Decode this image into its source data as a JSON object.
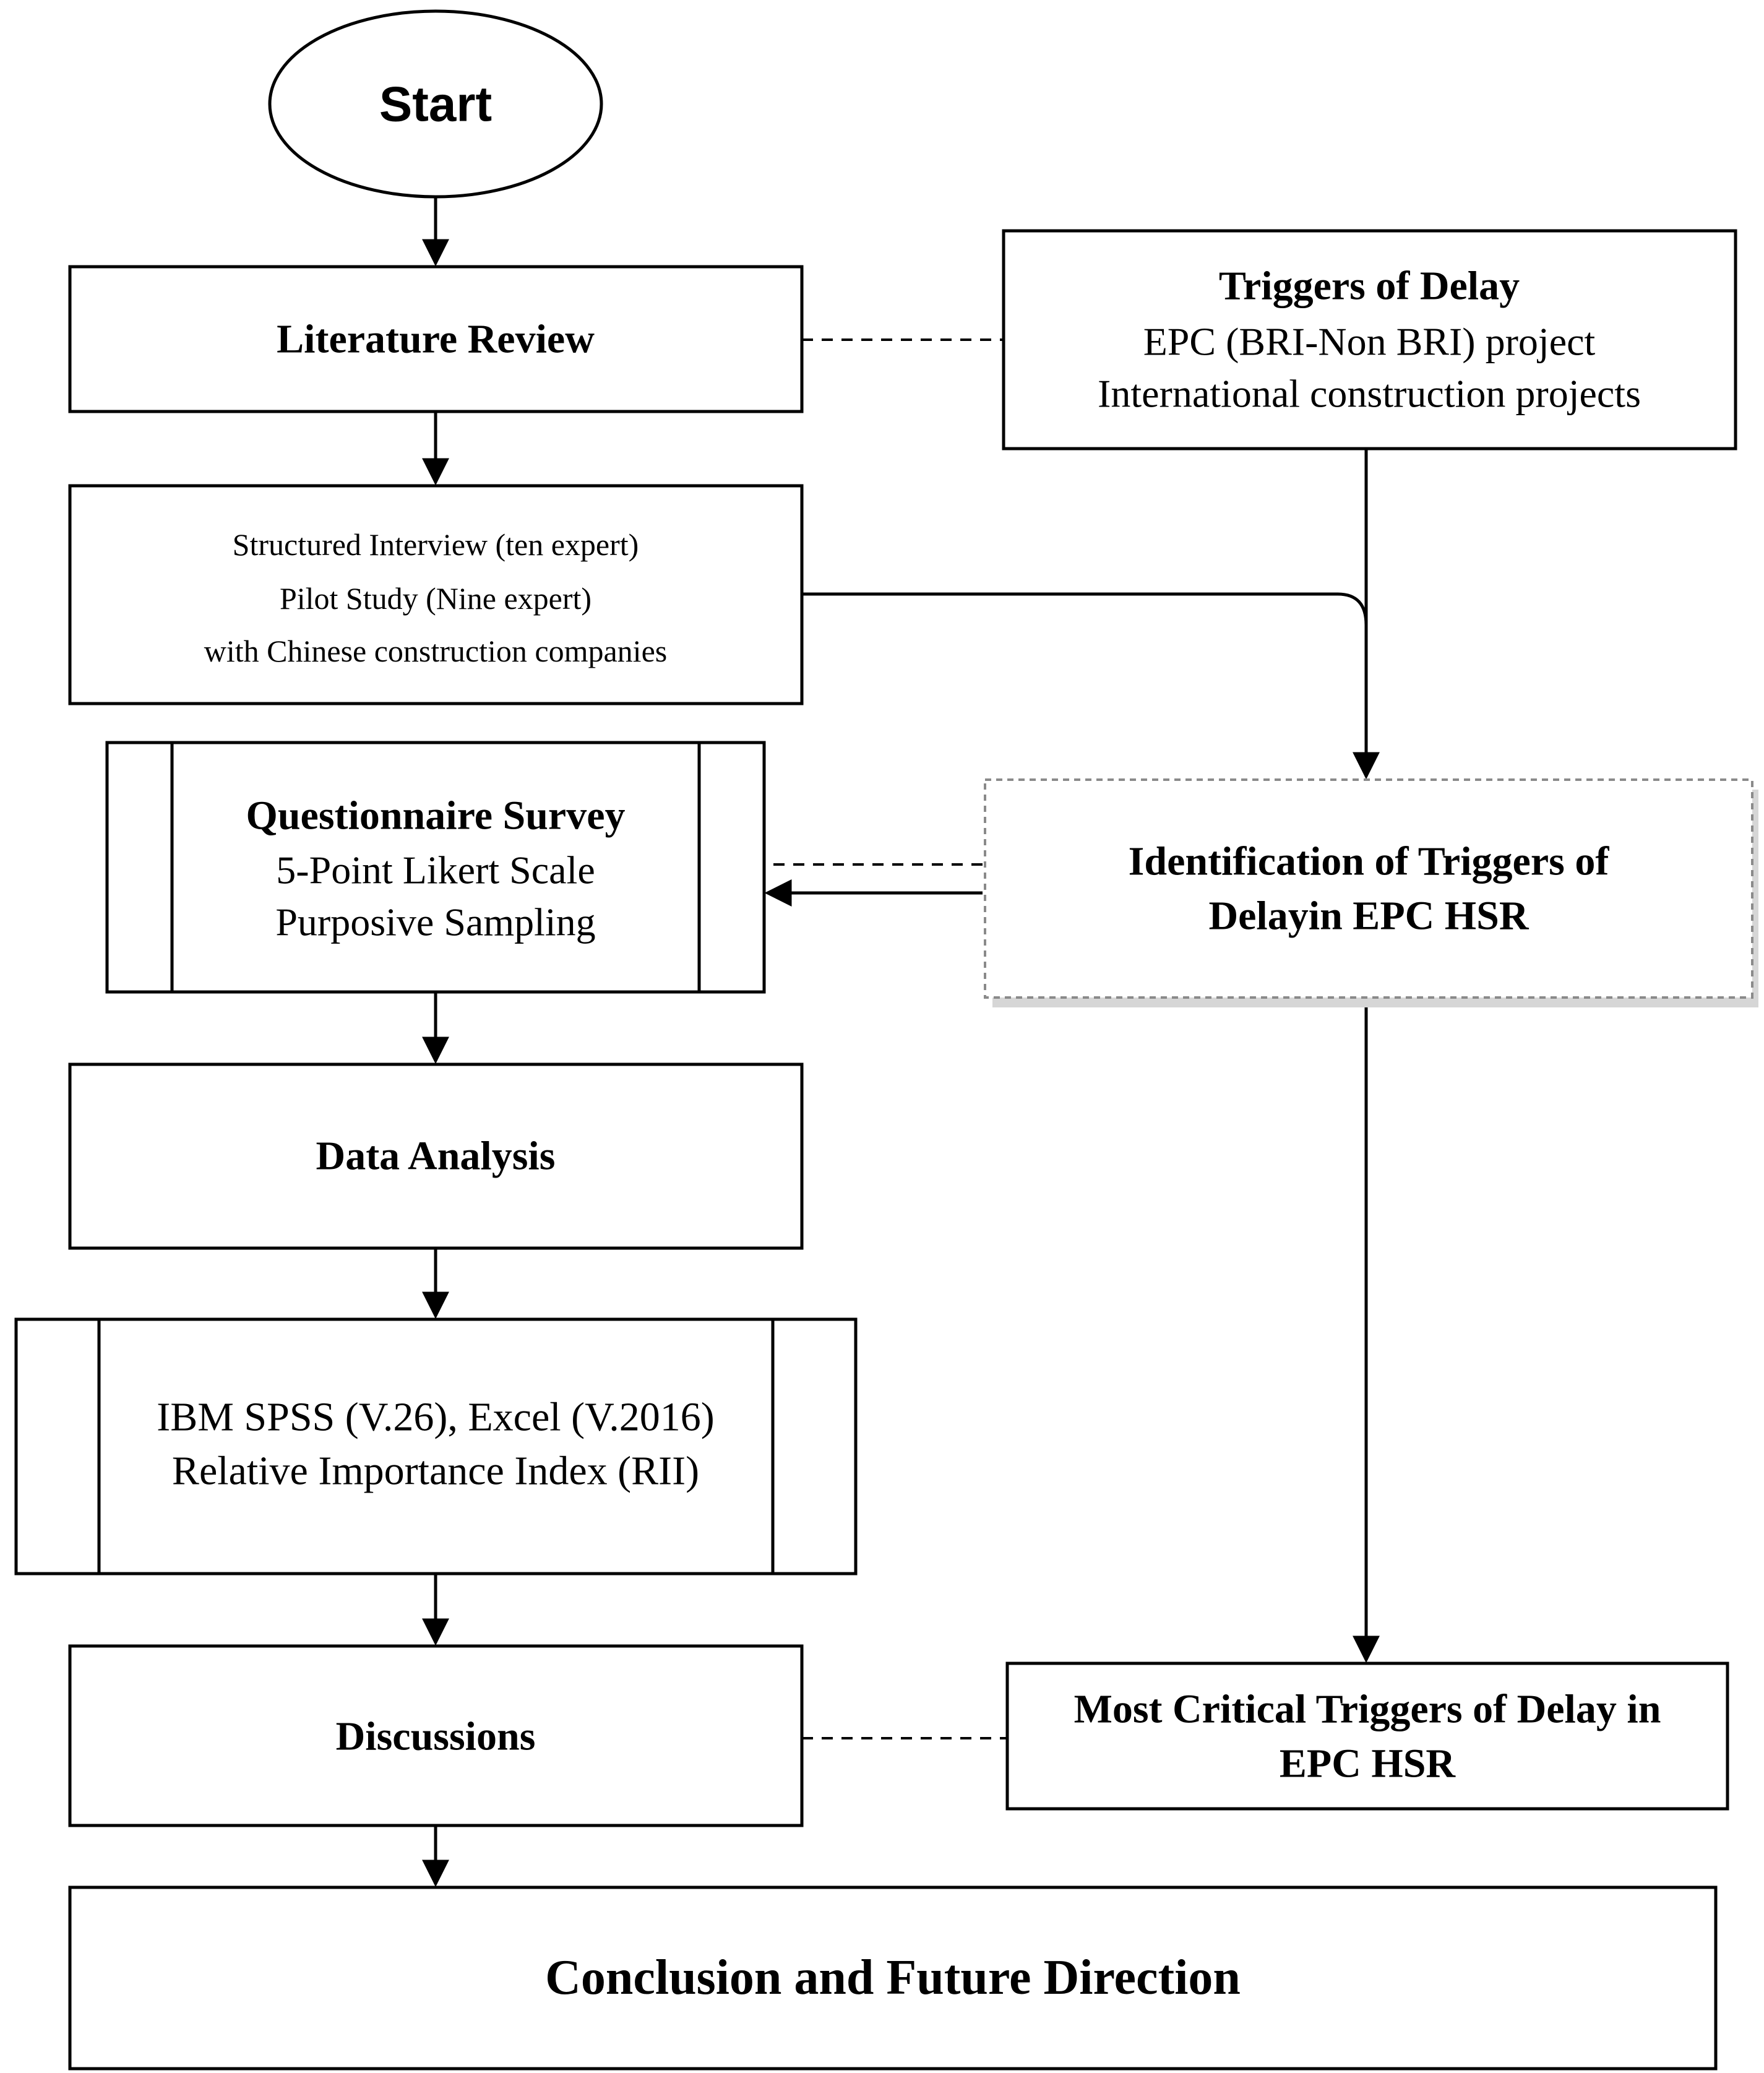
{
  "nodes": {
    "start": {
      "label": "Start"
    },
    "literature_review": {
      "label": "Literature Review"
    },
    "triggers_of_delay": {
      "title": "Triggers of Delay",
      "line1": "EPC (BRI-Non BRI) project",
      "line2": "International construction projects"
    },
    "interview": {
      "line1": "Structured Interview (ten expert)",
      "line2": "Pilot Study (Nine expert)",
      "line3": "with Chinese construction companies"
    },
    "questionnaire": {
      "title": "Questionnaire Survey",
      "line1": "5-Point Likert Scale",
      "line2": "Purposive Sampling"
    },
    "identification": {
      "line1": "Identification of Triggers of",
      "line2": "Delayin EPC HSR"
    },
    "data_analysis": {
      "label": "Data Analysis"
    },
    "tools": {
      "line1": "IBM SPSS (V.26), Excel (V.2016)",
      "line2": "Relative Importance Index (RII)"
    },
    "discussions": {
      "label": "Discussions"
    },
    "most_critical": {
      "line1": "Most Critical Triggers of Delay in",
      "line2": "EPC HSR"
    },
    "conclusion": {
      "label": "Conclusion and Future Direction"
    }
  },
  "edges": [
    {
      "from": "start",
      "to": "literature_review",
      "style": "solid-arrow"
    },
    {
      "from": "literature_review",
      "to": "triggers_of_delay",
      "style": "dashed"
    },
    {
      "from": "literature_review",
      "to": "interview",
      "style": "solid-arrow"
    },
    {
      "from": "interview",
      "to": "identification",
      "style": "solid-arrow"
    },
    {
      "from": "triggers_of_delay",
      "to": "identification",
      "style": "solid-arrow"
    },
    {
      "from": "identification",
      "to": "questionnaire",
      "style": "solid-arrow"
    },
    {
      "from": "identification",
      "to": "questionnaire",
      "style": "dashed"
    },
    {
      "from": "questionnaire",
      "to": "data_analysis",
      "style": "solid-arrow"
    },
    {
      "from": "data_analysis",
      "to": "tools",
      "style": "solid-arrow"
    },
    {
      "from": "identification",
      "to": "most_critical",
      "style": "solid-arrow"
    },
    {
      "from": "tools",
      "to": "discussions",
      "style": "solid-arrow"
    },
    {
      "from": "discussions",
      "to": "most_critical",
      "style": "dashed"
    },
    {
      "from": "discussions",
      "to": "conclusion",
      "style": "solid-arrow"
    }
  ]
}
